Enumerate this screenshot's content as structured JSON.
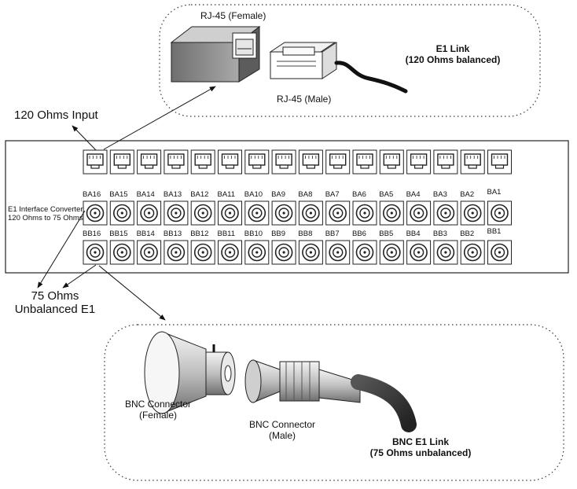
{
  "rj45_female_label": "RJ-45 (Female)",
  "rj45_male_label": "RJ-45 (Male)",
  "e1_link_label_line1": "E1 Link",
  "e1_link_label_line2": "(120 Ohms balanced)",
  "input_label": "120 Ohms Input",
  "panel": {
    "title_line1": "E1 Interface Converter",
    "title_line2": "120 Ohms to 75 Ohms",
    "ba_ports": [
      "BA16",
      "BA15",
      "BA14",
      "BA13",
      "BA12",
      "BA11",
      "BA10",
      "BA9",
      "BA8",
      "BA7",
      "BA6",
      "BA5",
      "BA4",
      "BA3",
      "BA2",
      "BA1"
    ],
    "bb_ports": [
      "BB16",
      "BB15",
      "BB14",
      "BB13",
      "BB12",
      "BB11",
      "BB10",
      "BB9",
      "BB8",
      "BB7",
      "BB6",
      "BB5",
      "BB4",
      "BB3",
      "BB2",
      "BB1"
    ]
  },
  "unbalanced_label_line1": "75 Ohms",
  "unbalanced_label_line2": "Unbalanced E1",
  "bnc_female_line1": "BNC Connector",
  "bnc_female_line2": "(Female)",
  "bnc_male_line1": "BNC Connector",
  "bnc_male_line2": "(Male)",
  "bnc_link_line1": "BNC E1 Link",
  "bnc_link_line2": "(75 Ohms unbalanced)"
}
